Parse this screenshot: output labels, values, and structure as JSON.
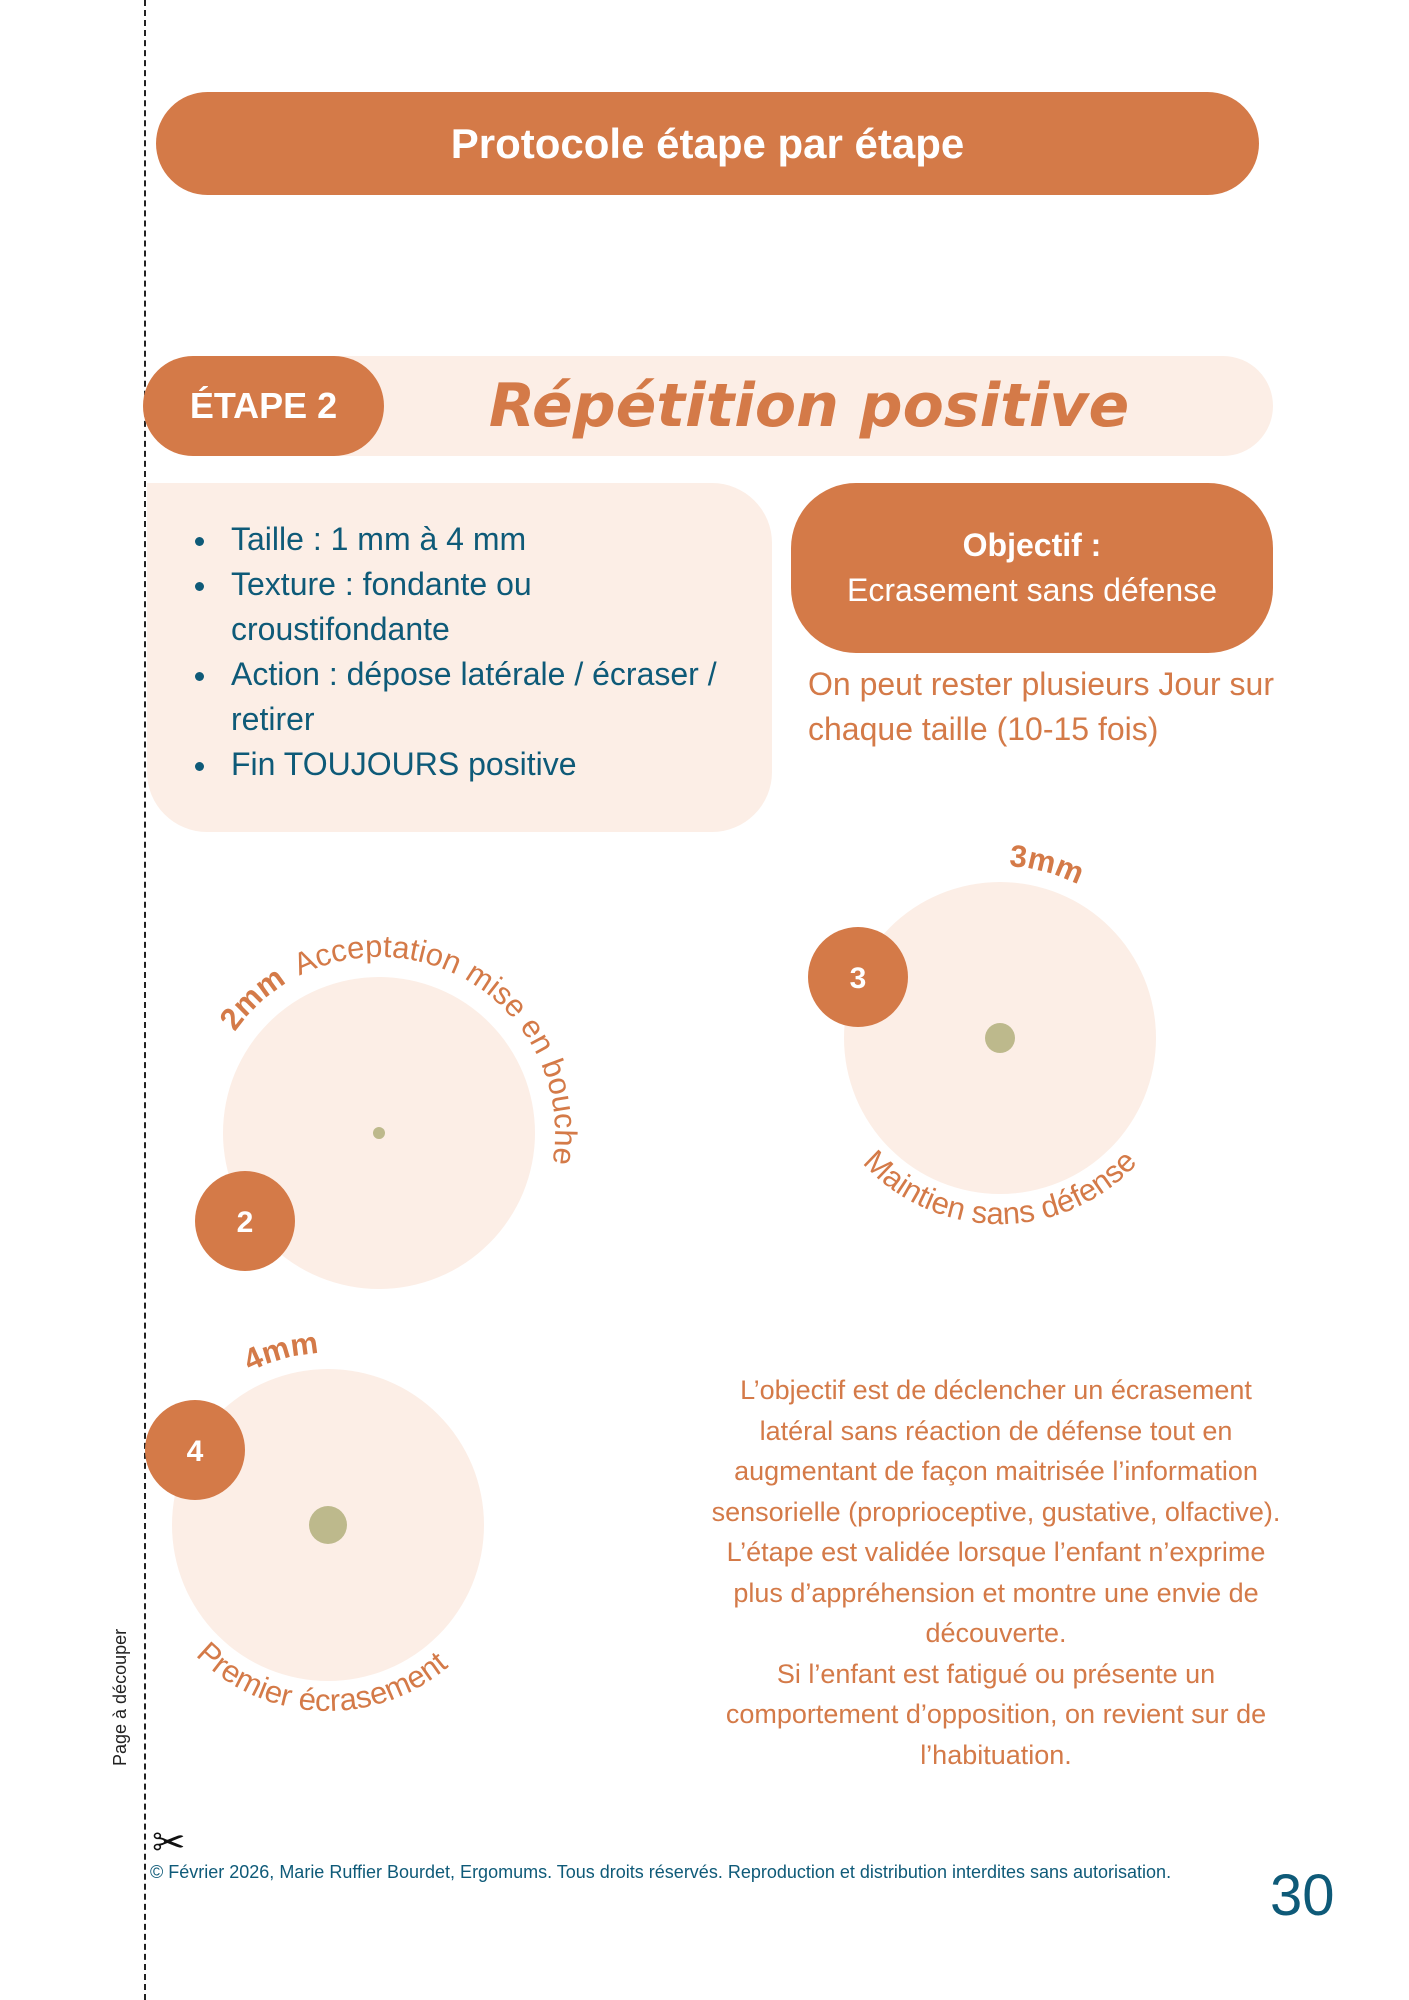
{
  "header": {
    "title": "Protocole étape par étape"
  },
  "step": {
    "label": "ÉTAPE 2",
    "title": "Répétition positive"
  },
  "bullets": [
    "Taille : 1 mm à 4 mm",
    "Texture : fondante ou croustifondante",
    "Action : dépose latérale / écraser / retirer",
    "Fin TOUJOURS positive"
  ],
  "objective": {
    "heading": "Objectif :",
    "text": "Ecrasement sans défense"
  },
  "note": "On peut rester plusieurs Jour sur chaque taille (10-15 fois)",
  "circles": [
    {
      "number": "2",
      "size": "2mm",
      "caption": "Acceptation mise en bouche"
    },
    {
      "number": "3",
      "size": "3mm",
      "caption": "Maintien sans défense"
    },
    {
      "number": "4",
      "size": "4mm",
      "caption": "Premier écrasement"
    }
  ],
  "paragraph": [
    "L’objectif est de déclencher un écrasement",
    "latéral sans réaction de défense tout en",
    "augmentant de façon maitrisée l’information",
    "sensorielle (proprioceptive, gustative, olfactive).",
    "L’étape est validée lorsque l’enfant n’exprime",
    "plus d’appréhension et montre une envie de",
    "découverte.",
    "Si l’enfant est fatigué ou présente un",
    "comportement d’opposition, on revient sur de",
    "l’habituation."
  ],
  "side_label": "Page à découper",
  "footer": {
    "copyright": "© Février 2026, Marie Ruffier Bourdet, Ergomums. Tous droits réservés. Reproduction et distribution interdites sans autorisation.",
    "page_number": "30"
  },
  "colors": {
    "accent": "#D47A48",
    "light": "#FCEEE6",
    "text": "#0E5A78",
    "dot": "#BDB98C"
  }
}
